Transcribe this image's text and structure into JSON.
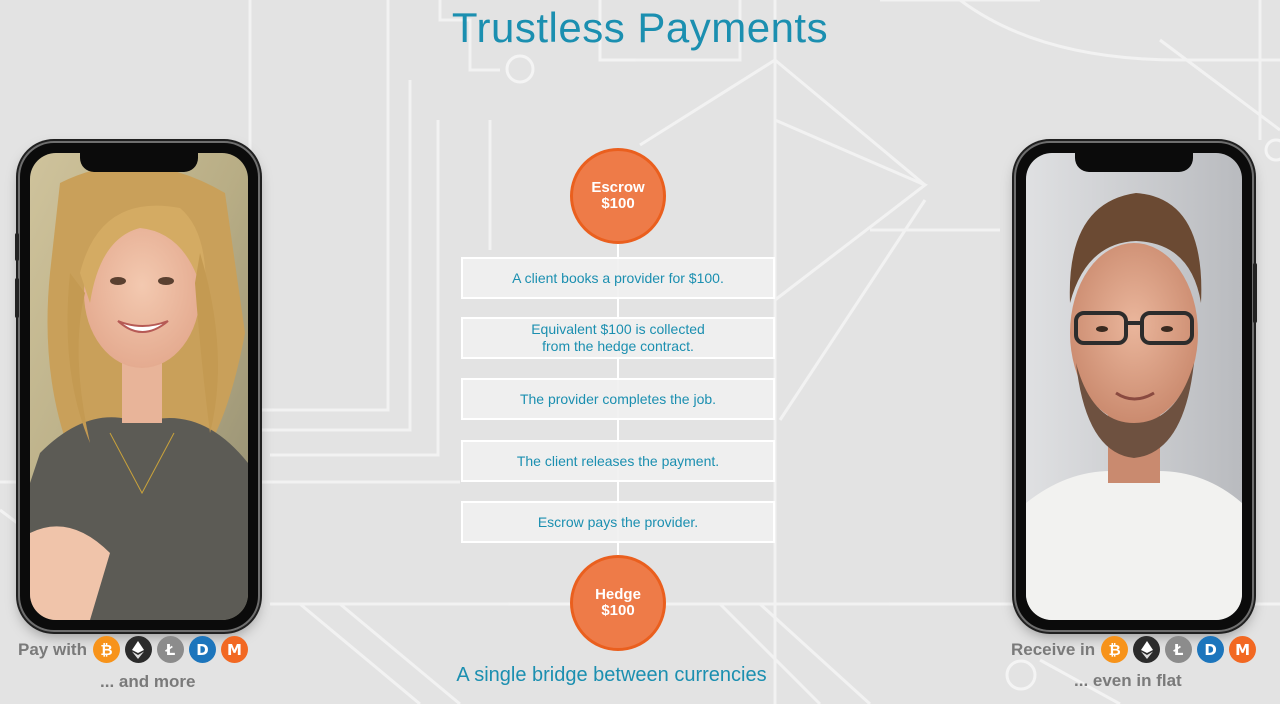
{
  "title": "Trustless Payments",
  "flow": {
    "escrow": {
      "label": "Escrow",
      "amount": "$100"
    },
    "hedge": {
      "label": "Hedge",
      "amount": "$100"
    },
    "steps": [
      "A client books a provider for $100.",
      "Equivalent $100 is collected\nfrom the hedge contract.",
      "The provider completes the job.",
      "The client releases the payment.",
      "Escrow pays the provider."
    ],
    "caption": "A single bridge between currencies"
  },
  "left": {
    "label": "Pay with",
    "more": "... and more"
  },
  "right": {
    "label": "Receive in",
    "more": "... even in flat"
  },
  "coins": [
    {
      "name": "bitcoin-icon",
      "glyph": "₿",
      "color": "#f7931a"
    },
    {
      "name": "ethereum-icon",
      "glyph": "",
      "color": "#2b2b2b"
    },
    {
      "name": "litecoin-icon",
      "glyph": "Ł",
      "color": "#8c8c8c"
    },
    {
      "name": "dash-icon",
      "glyph": "D",
      "color": "#1c75bc"
    },
    {
      "name": "monero-icon",
      "glyph": "M",
      "color": "#f26822"
    }
  ],
  "colors": {
    "accent": "#1b8fb0",
    "orange": "#ee7b48"
  }
}
